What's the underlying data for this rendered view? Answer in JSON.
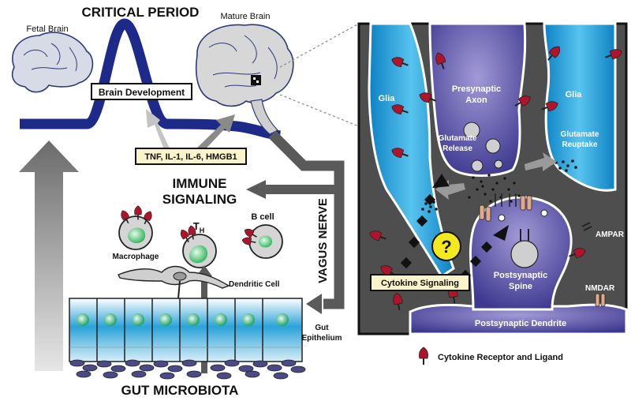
{
  "title": "CRITICAL PERIOD",
  "labels": {
    "fetal_brain": "Fetal Brain",
    "mature_brain": "Mature Brain",
    "brain_development": "Brain Development",
    "cytokines": "TNF, IL-1, IL-6, HMGB1",
    "immune_signaling_1": "IMMUNE",
    "immune_signaling_2": "SIGNALING",
    "vagus_nerve": "VAGUS NERVE",
    "b_cell": "B cell",
    "t_helper": "T",
    "t_helper_sub": "H",
    "macrophage": "Macrophage",
    "dendritic_cell": "Dendritic Cell",
    "gut_epithelium_1": "Gut",
    "gut_epithelium_2": "Epithelium",
    "gut_microbiota": "GUT MICROBIOTA",
    "glia_left": "Glia",
    "glia_right": "Glia",
    "presynaptic_1": "Presynaptic",
    "presynaptic_2": "Axon",
    "glutamate_release_1": "Glutamate",
    "glutamate_release_2": "Release",
    "glutamate_reuptake_1": "Glutamate",
    "glutamate_reuptake_2": "Reuptake",
    "question": "?",
    "ampar": "AMPAR",
    "nmdar": "NMDAR",
    "cytokine_signaling": "Cytokine Signaling",
    "postsynaptic_spine_1": "Postsynaptic",
    "postsynaptic_spine_2": "Spine",
    "postsynaptic_dendrite": "Postsynaptic Dendrite",
    "legend": "Cytokine Receptor and Ligand"
  },
  "colors": {
    "curve": "#1e2a8a",
    "arrow_dark": "#5a5a5a",
    "arrow_light": "#b5b5b5",
    "glia": "#1ea0d8",
    "neuron": "#4e4a9e",
    "receptor": "#b0142a",
    "label_box": "#fbf3c9",
    "question": "#f2ea1c",
    "epithelium": "#2aa3d8",
    "microbiota": "#4b4a86"
  }
}
